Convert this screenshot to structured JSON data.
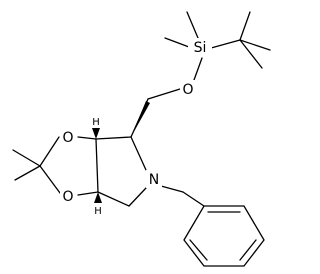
{
  "molecule": {
    "atoms": {
      "o_ether": "O",
      "si": "Si",
      "o_dioxolane_top": "O",
      "o_dioxolane_bottom": "O",
      "n_ring": "N",
      "h_top": "H",
      "h_bottom": "H"
    }
  }
}
